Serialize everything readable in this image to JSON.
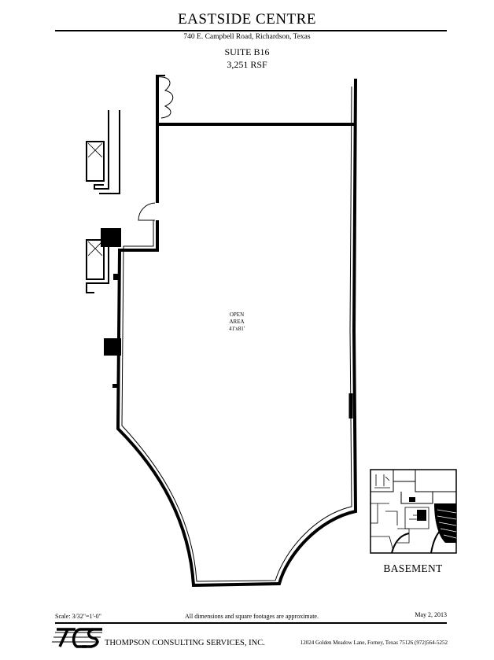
{
  "header": {
    "building": "EASTSIDE CENTRE",
    "address": "740 E. Campbell Road, Richardson, Texas",
    "suite": "SUITE B16",
    "area": "3,251 RSF"
  },
  "plan": {
    "room_label_lines": [
      "OPEN",
      "AREA",
      "41'x81'"
    ]
  },
  "key_plan": {
    "label": "BASEMENT"
  },
  "footer": {
    "scale": "Scale: 3/32\"=1'-0\"",
    "disclaimer": "All dimensions and square footages are approximate.",
    "date": "May 2, 2013",
    "logo_text": "TCS",
    "company": "THOMPSON CONSULTING SERVICES, INC.",
    "contact": "12024 Golden Meadow Lane, Forney, Texas  75126  (972)564-5252"
  },
  "colors": {
    "ink": "#000000",
    "paper": "#ffffff"
  }
}
